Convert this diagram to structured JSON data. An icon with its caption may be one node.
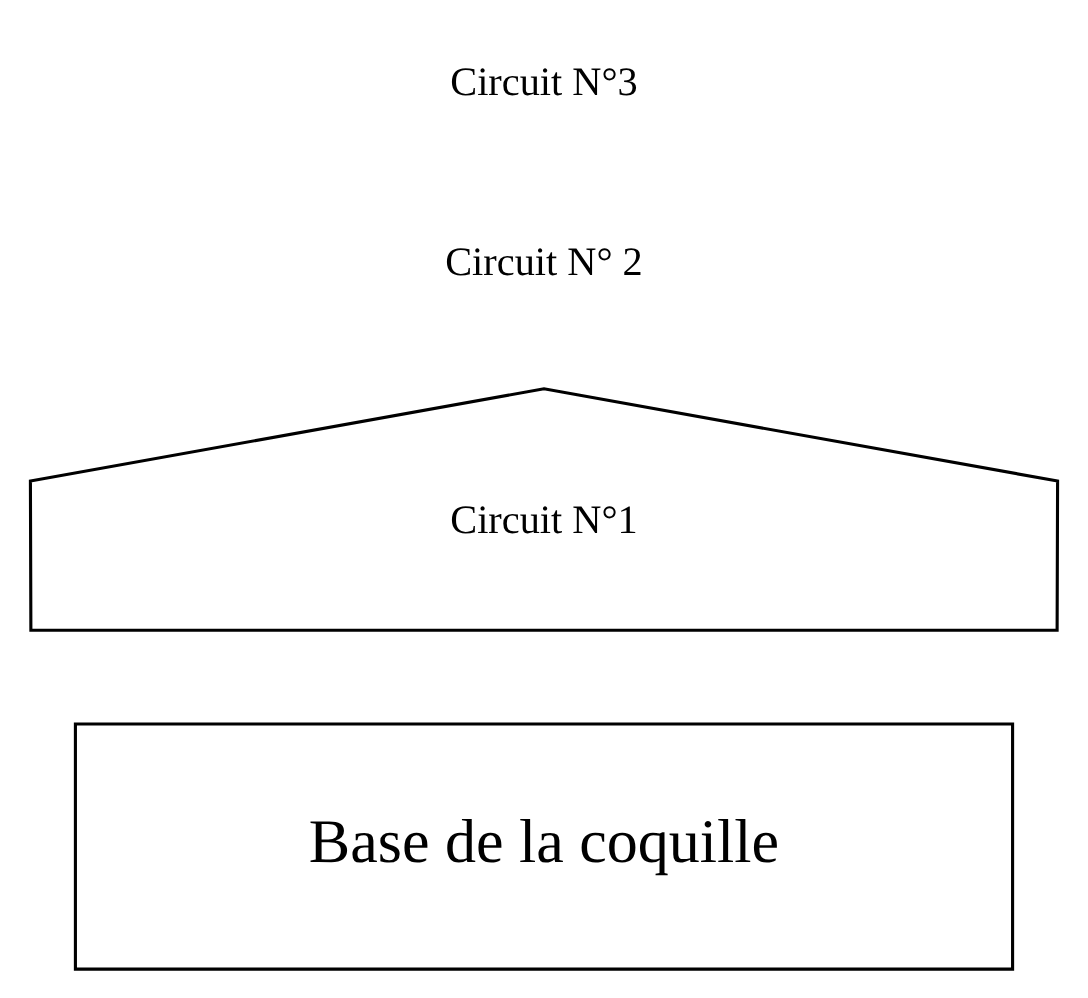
{
  "diagram": {
    "nodes": [
      {
        "text": [
          "Circuit N°1"
        ]
      },
      {
        "text": [
          "Base de la coquille"
        ]
      }
    ],
    "labels": [
      "Circuit N°3",
      "Circuit N° 2"
    ]
  }
}
